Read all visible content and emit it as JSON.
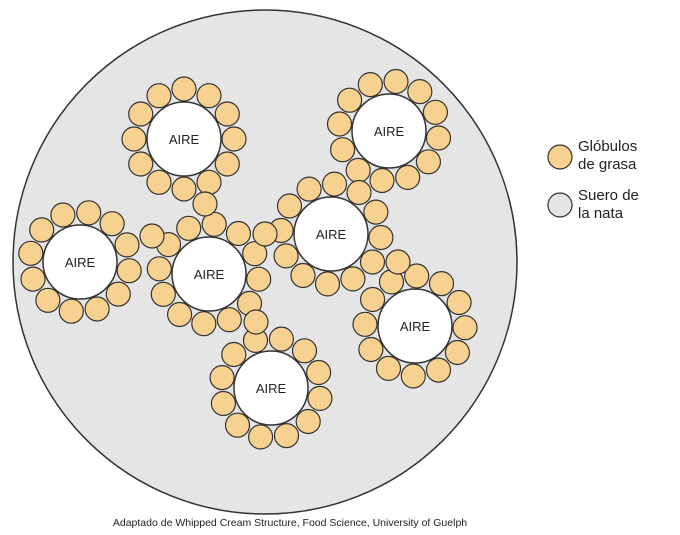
{
  "diagram": {
    "air_label": "AIRE",
    "legend": {
      "fat_line1": "Glóbulos",
      "fat_line2": "de grasa",
      "serum_line1": "Suero de",
      "serum_line2": "la nata"
    },
    "caption": "Adaptado de Whipped Cream Structure, Food Science, University of Guelph"
  },
  "colors": {
    "fat_globule": "#f7d18f",
    "serum": "#e5e5e5",
    "outline": "#333333",
    "air_bubble": "#ffffff"
  }
}
